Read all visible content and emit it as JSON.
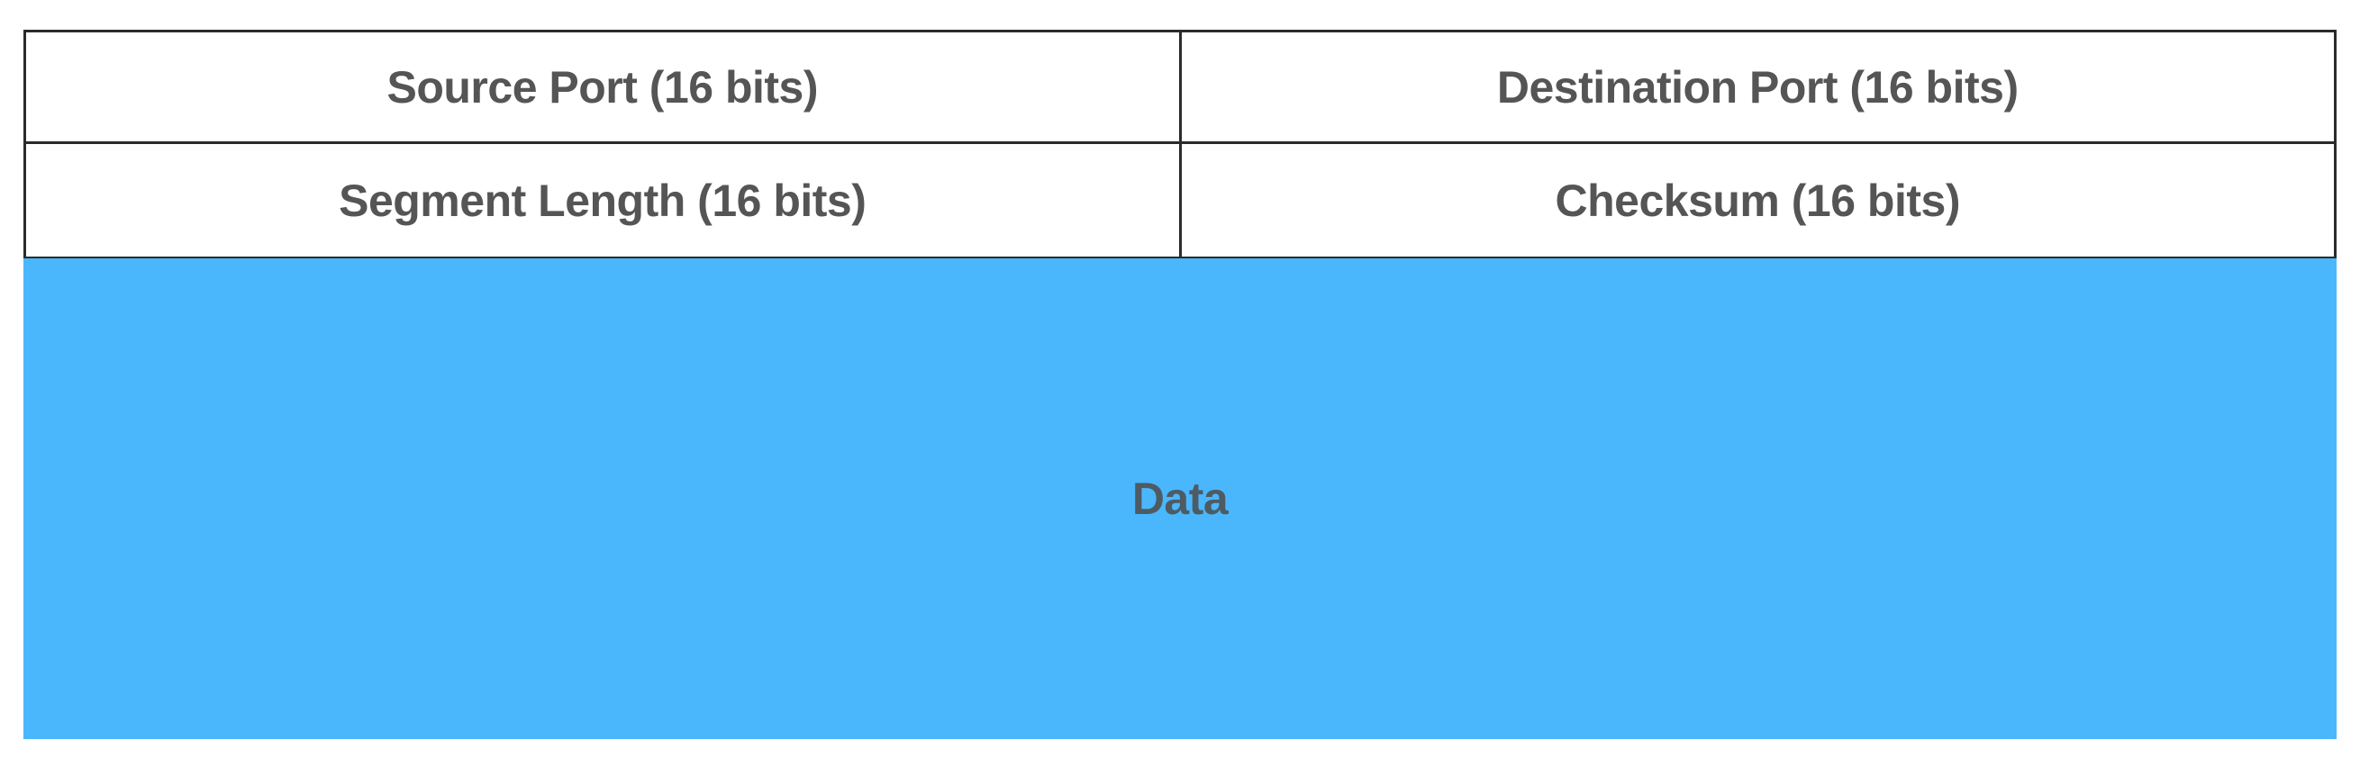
{
  "header": {
    "row1": {
      "left": "Source Port (16 bits)",
      "right": "Destination Port (16 bits)"
    },
    "row2": {
      "left": "Segment Length (16 bits)",
      "right": "Checksum (16 bits)"
    }
  },
  "data_block": {
    "label": "Data",
    "color": "#4AB7FD"
  },
  "colors": {
    "text": "#555555",
    "border": "#2b2b2b",
    "background": "#ffffff"
  }
}
